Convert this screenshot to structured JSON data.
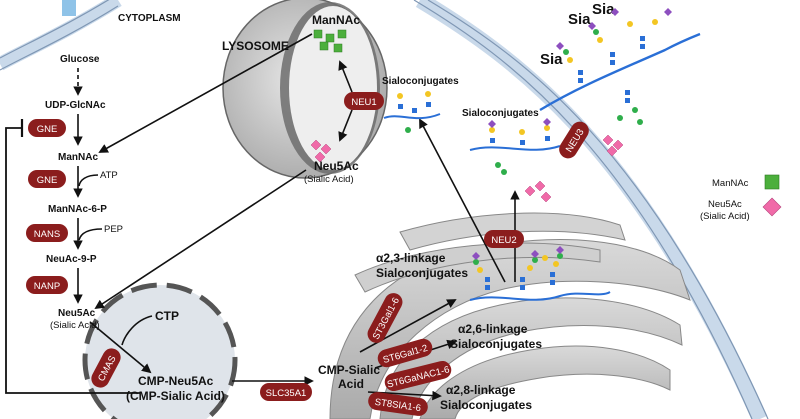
{
  "compartments": {
    "cytoplasm": "CYTOPLASM",
    "lysosome": "LYSOSOME"
  },
  "pathway": {
    "glucose": "Glucose",
    "udp_glcnac": "UDP-GlcNAc",
    "mannac": "ManNAc",
    "atp": "ATP",
    "mannac_6p": "ManNAc-6-P",
    "pep": "PEP",
    "neuac_9p": "NeuAc-9-P",
    "neu5ac": "Neu5Ac",
    "sialic_acid": "(Sialic Acid)",
    "ctp": "CTP",
    "cmp_neu5ac": "CMP-Neu5Ac",
    "cmp_sialic_paren": "(CMP-Sialic Acid)",
    "cmp_sialic_1": "CMP-Sialic",
    "cmp_sialic_2": "Acid"
  },
  "lysosome": {
    "mannac": "ManNAc",
    "neu5ac": "Neu5Ac",
    "sialic_acid": "(Sialic Acid)",
    "sialoconjugates": "Sialoconjugates"
  },
  "enzymes": {
    "gne1": "GNE",
    "gne2": "GNE",
    "nans": "NANS",
    "nanp": "NANP",
    "cmas": "CMAS",
    "slc35a1": "SLC35A1",
    "neu1": "NEU1",
    "neu2": "NEU2",
    "neu3": "NEU3",
    "st3gal": "ST3Gal1-6",
    "st6gal": "ST6Gal1-2",
    "st6ganac": "ST6GaNAC1-6",
    "st8sia": "ST8SIA1-6"
  },
  "golgi": {
    "a23_line1": "α2,3-linkage",
    "a23_line2": "Sialoconjugates",
    "a26_line1": "α2,6-linkage",
    "a26_line2": "Sialoconjugates",
    "a28_line1": "α2,8-linkage",
    "a28_line2": "Sialoconjugates"
  },
  "cytosol_sialoconjugates": "Sialoconjugates",
  "membrane": {
    "sia1": "Sia",
    "sia2": "Sia",
    "sia3": "Sia"
  },
  "legend": {
    "mannac": "ManNAc",
    "neu5ac": "Neu5Ac",
    "sialic_acid": "(Sialic Acid)",
    "mannac_color": "#4caf3c",
    "neu5ac_color": "#f06aa8"
  },
  "colors": {
    "enzyme_fill": "#8b1d1d",
    "membrane_blue": "#b9cde3",
    "lysosome_gray": "#c9c9c9",
    "golgi_gray": "#c4c4c4"
  }
}
